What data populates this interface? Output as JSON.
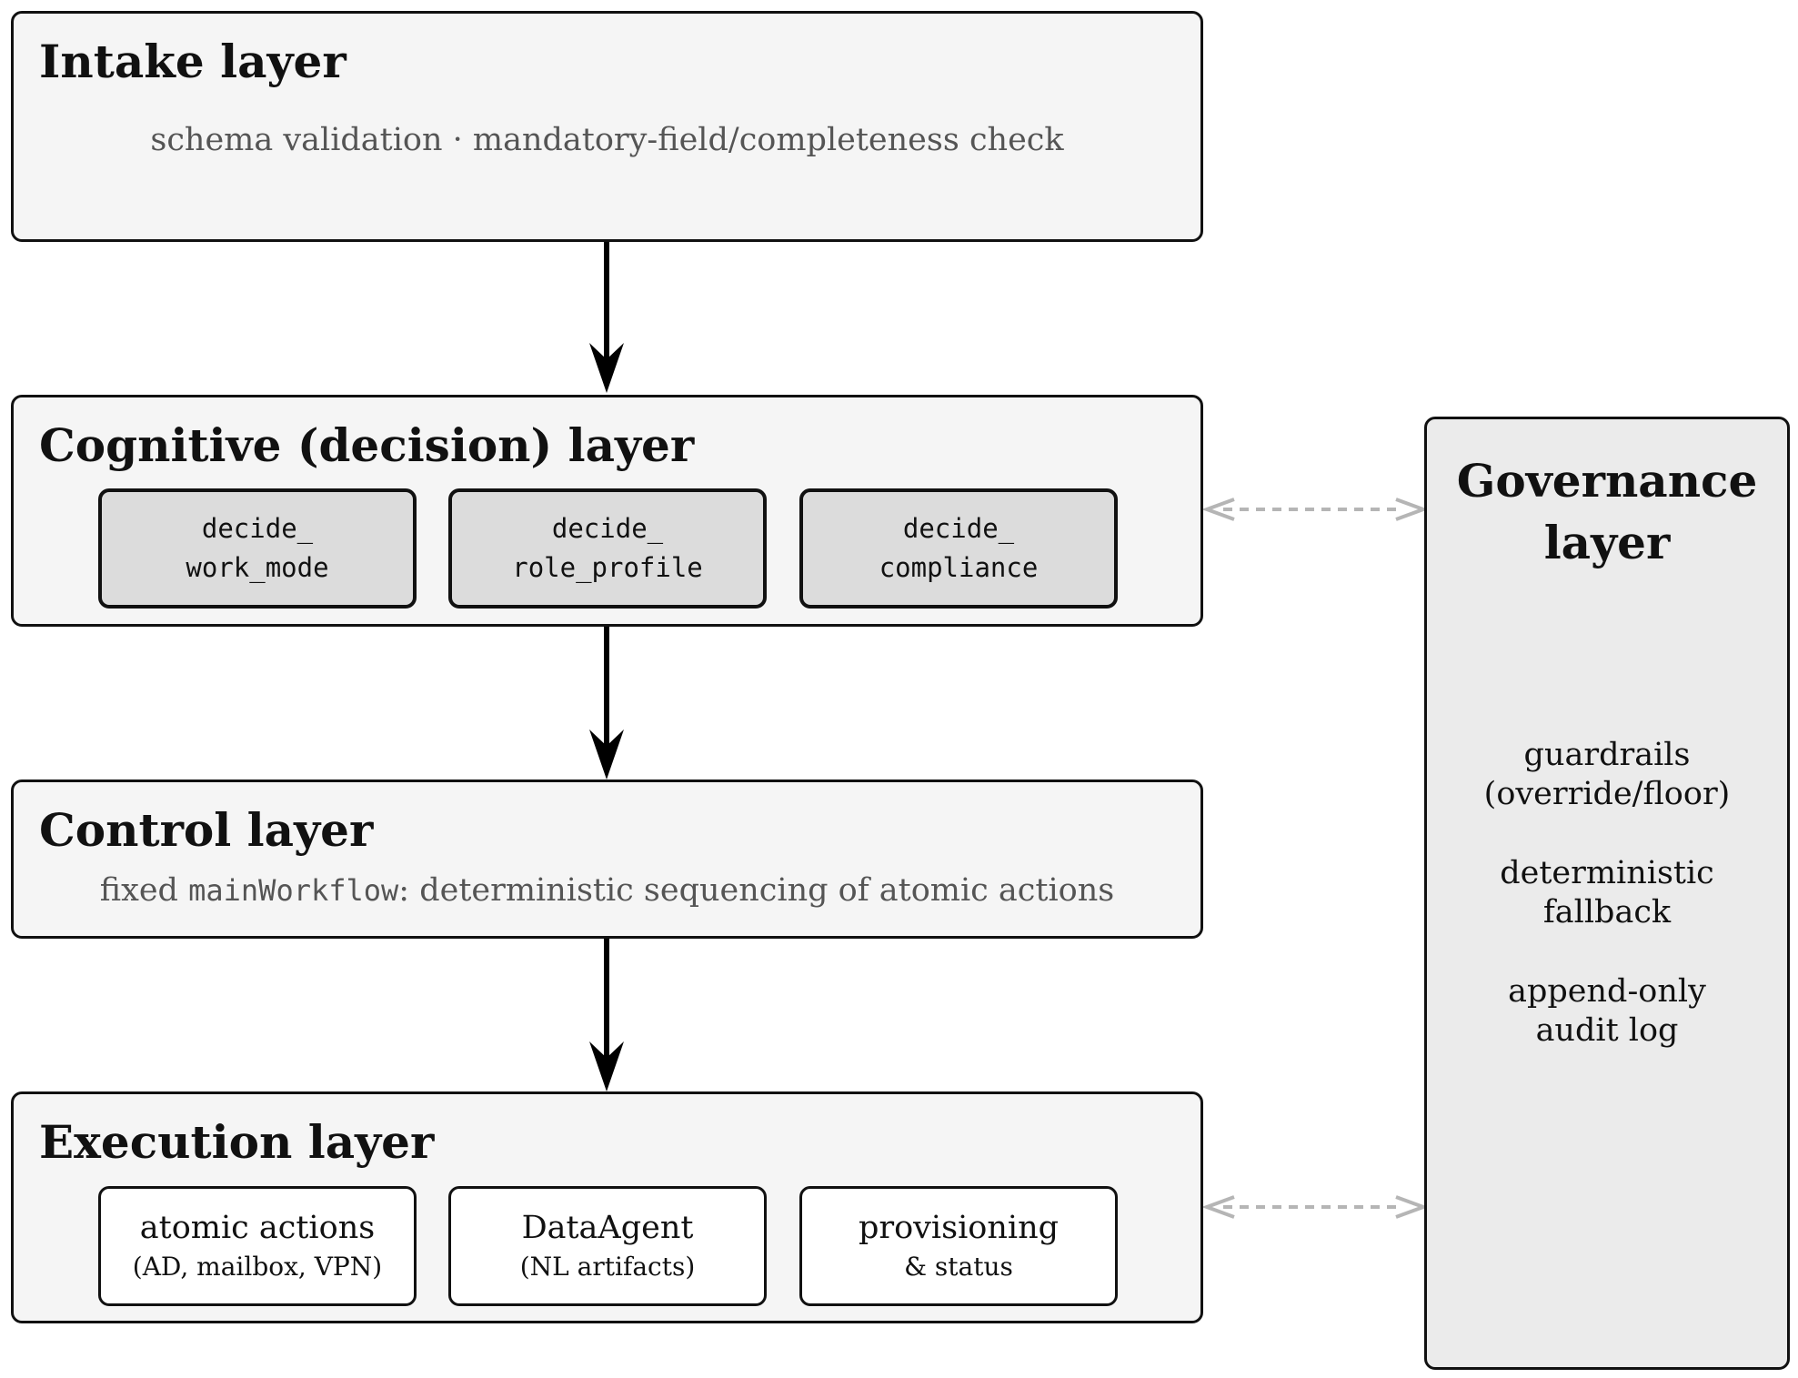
{
  "layers": {
    "intake": {
      "title": "Intake layer",
      "subtitle": "schema validation · mandatory-field/completeness check"
    },
    "cognitive": {
      "title": "Cognitive (decision) layer",
      "decisions": [
        {
          "line1": "decide_",
          "line2": "work_mode"
        },
        {
          "line1": "decide_",
          "line2": "role_profile"
        },
        {
          "line1": "decide_",
          "line2": "compliance"
        }
      ]
    },
    "control": {
      "title": "Control layer",
      "subtitle_prefix": "fixed",
      "subtitle_code": "mainWorkflow",
      "subtitle_suffix": ": deterministic sequencing of atomic actions"
    },
    "execution": {
      "title": "Execution layer",
      "components": [
        {
          "main": "atomic actions",
          "sub": "(AD, mailbox, VPN)"
        },
        {
          "main": "DataAgent",
          "sub": "(NL artifacts)"
        },
        {
          "main": "provisioning",
          "sub": "& status"
        }
      ]
    },
    "governance": {
      "title_line1": "Governance",
      "title_line2": "layer",
      "items": [
        {
          "line1": "guardrails",
          "line2": "(override/floor)"
        },
        {
          "line1": "deterministic",
          "line2": "fallback"
        },
        {
          "line1": "append-only",
          "line2": "audit log"
        }
      ]
    }
  },
  "colors": {
    "layer_fill": "#f5f5f5",
    "decision_fill": "#dcdcdc",
    "governance_fill": "#ebebeb",
    "flow_arrow": "#000000",
    "governance_link": "#b5b5b5"
  }
}
